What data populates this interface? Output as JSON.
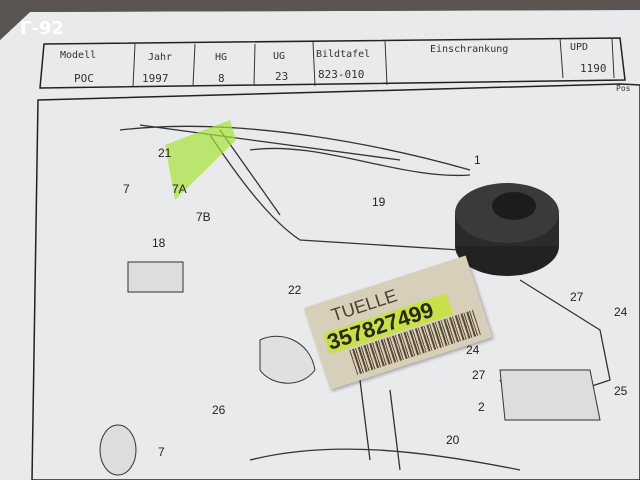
{
  "watermark": "Г-92",
  "header": {
    "columns": [
      "Modell",
      "Jahr",
      "HG",
      "UG",
      "Bildtafel",
      "Einschrankung",
      "UPD"
    ],
    "values": [
      "POC",
      "1997",
      "8",
      "23",
      "823-010",
      "",
      "1190"
    ],
    "pos_label": "Pos"
  },
  "callouts": [
    "21",
    "1",
    "7",
    "7A",
    "7B",
    "19",
    "18",
    "22",
    "27",
    "24",
    "24",
    "27",
    "2",
    "25",
    "26",
    "7",
    "20"
  ],
  "tag": {
    "text": "TUELLE",
    "part_number": "357827499",
    "highlight_color": "#c8e04a"
  }
}
